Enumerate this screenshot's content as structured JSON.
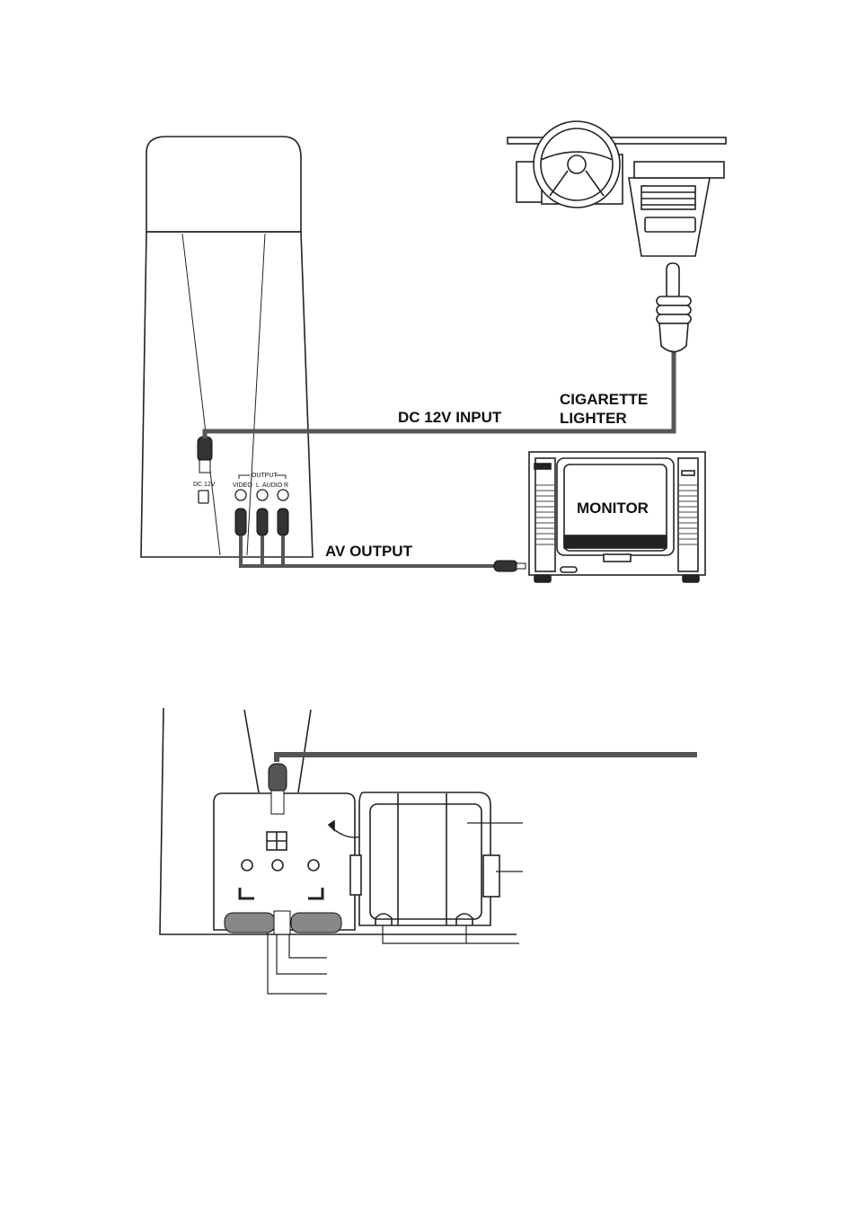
{
  "labels": {
    "dc_input": "DC 12V INPUT",
    "cigarette_1": "CIGARETTE",
    "cigarette_2": "LIGHTER",
    "av_output": "AV OUTPUT",
    "monitor": "MONITOR",
    "panel_output": "OUTPUT",
    "panel_dc12v": "DC 12V",
    "panel_video": "VIDEO",
    "panel_l": "L",
    "panel_audio": "AUDIO",
    "panel_r": "R"
  },
  "colors": {
    "line": "#111111",
    "cable": "#555555",
    "cable_light": "#9a9a9a"
  }
}
